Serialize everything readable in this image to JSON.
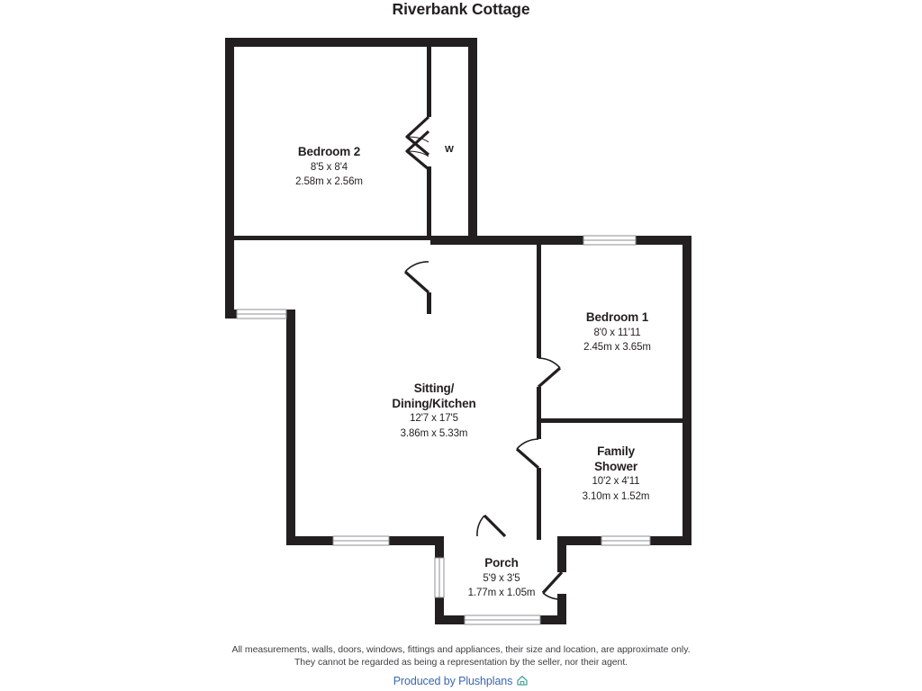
{
  "title": "Riverbank Cottage",
  "rooms": [
    {
      "id": "bedroom2",
      "name": "Bedroom 2",
      "imperial": "8'5 x 8'4",
      "metric": "2.58m x 2.56m"
    },
    {
      "id": "bedroom1",
      "name": "Bedroom 1",
      "imperial": "8'0 x 11'11",
      "metric": "2.45m x 3.65m"
    },
    {
      "id": "sitting",
      "name_line1": "Sitting/",
      "name_line2": "Dining/Kitchen",
      "imperial": "12'7 x 17'5",
      "metric": "3.86m x 5.33m"
    },
    {
      "id": "shower",
      "name_line1": "Family",
      "name_line2": "Shower",
      "imperial": "10'2 x 4'11",
      "metric": "3.10m x 1.52m"
    },
    {
      "id": "porch",
      "name": "Porch",
      "imperial": "5'9 x 3'5",
      "metric": "1.77m x 1.05m"
    }
  ],
  "annotations": {
    "wardrobe": "W"
  },
  "footer": {
    "disclaimer_line1": "All measurements, walls, doors, windows, fittings and appliances, their size and location, are approximate only.",
    "disclaimer_line2": "They cannot be regarded as being a representation by the seller, nor their agent.",
    "credit": "Produced by Plushplans"
  },
  "colors": {
    "wall": "#231f20",
    "text": "#231f20",
    "disclaimer": "#3f3f44",
    "credit": "#3a68b0",
    "logo": "#4aa3a0",
    "window_fill": "#ffffff",
    "window_stroke": "#8f8f95",
    "background": "#ffffff"
  }
}
